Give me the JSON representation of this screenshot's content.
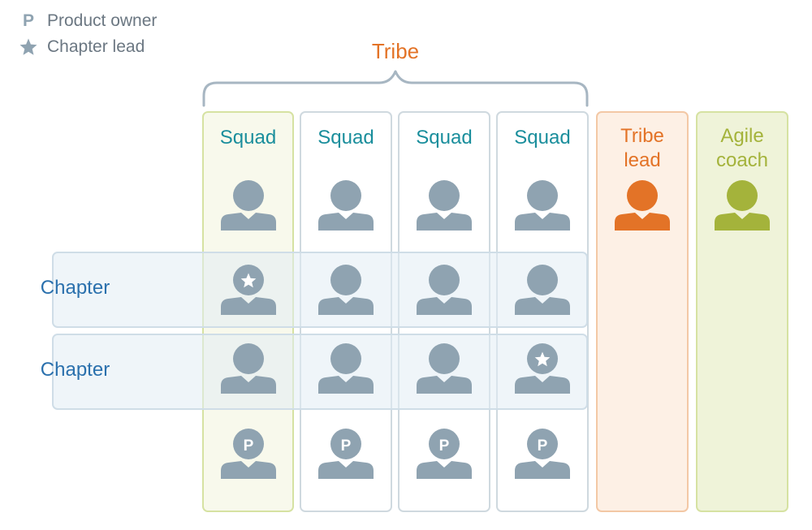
{
  "legend": [
    {
      "symbol": "P",
      "label": "Product owner",
      "icon": "p-badge-icon"
    },
    {
      "symbol": "",
      "label": "Chapter lead",
      "icon": "star-icon"
    }
  ],
  "tribe": {
    "label": "Tribe"
  },
  "columns": [
    {
      "label": "Squad",
      "kind": "squad",
      "highlight": true
    },
    {
      "label": "Squad",
      "kind": "squad",
      "highlight": false
    },
    {
      "label": "Squad",
      "kind": "squad",
      "highlight": false
    },
    {
      "label": "Squad",
      "kind": "squad",
      "highlight": false
    },
    {
      "label_line1": "Tribe",
      "label_line2": "lead",
      "kind": "tribe-lead"
    },
    {
      "label_line1": "Agile",
      "label_line2": "coach",
      "kind": "agile-coach"
    }
  ],
  "chapters": [
    {
      "label": "Chapter",
      "lead_in_squad": 1
    },
    {
      "label": "Chapter",
      "lead_in_squad": 4
    }
  ],
  "product_owner_badge": "P",
  "colors": {
    "person": "#8fa3b1",
    "tribe_lead": "#e37327",
    "agile_coach": "#a4b33b",
    "squad_title": "#1a8e9c",
    "chapter_title": "#2a70ad",
    "tribe_title": "#e37327"
  }
}
